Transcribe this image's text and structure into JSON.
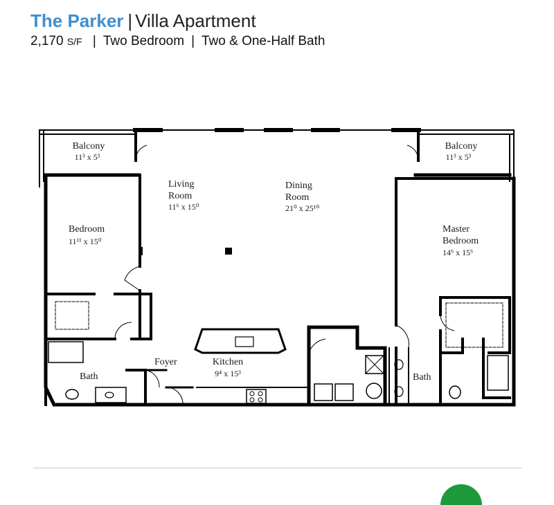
{
  "header": {
    "name": "The Parker",
    "separator": "|",
    "type": "Villa Apartment",
    "sqft_number": "2,170",
    "sqft_unit": "S/F",
    "pipe": "|",
    "bedrooms": "Two Bedroom",
    "baths": "Two & One-Half Bath"
  },
  "rooms": {
    "balcony_left": {
      "name": "Balcony",
      "dims": "11³ x 5³"
    },
    "balcony_right": {
      "name": "Balcony",
      "dims": "11³ x 5³"
    },
    "living": {
      "name_1": "Living",
      "name_2": "Room",
      "dims": "11⁶ x 15⁰"
    },
    "dining": {
      "name_1": "Dining",
      "name_2": "Room",
      "dims": "21⁰ x 25¹⁰"
    },
    "bedroom": {
      "name": "Bedroom",
      "dims": "11¹¹ x 15⁰"
    },
    "master": {
      "name_1": "Master",
      "name_2": "Bedroom",
      "dims": "14⁶ x 15⁶"
    },
    "kitchen": {
      "name": "Kitchen",
      "dims": "9⁴ x 15³"
    },
    "foyer": {
      "name": "Foyer"
    },
    "bath_left": {
      "name": "Bath"
    },
    "bath_right": {
      "name": "Bath"
    }
  },
  "colors": {
    "brand_blue": "#3e8fd0",
    "wall": "#000000",
    "logo_green": "#1e9a3c"
  }
}
